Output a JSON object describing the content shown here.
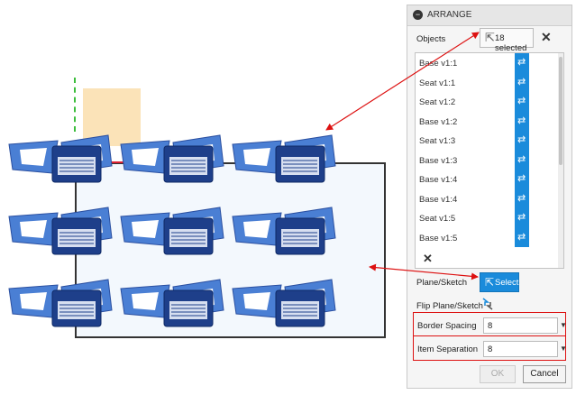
{
  "panel": {
    "title": "ARRANGE",
    "title_icon": "−",
    "objects_label": "Objects",
    "selected_text": "18 selected",
    "clear_symbol": "✕",
    "list_items": [
      {
        "label": "Base v1:1",
        "icon": "component-link-icon"
      },
      {
        "label": "Seat v1:1",
        "icon": "component-link-icon"
      },
      {
        "label": "Seat v1:2",
        "icon": "component-link-icon"
      },
      {
        "label": "Base v1:2",
        "icon": "component-link-icon"
      },
      {
        "label": "Seat v1:3",
        "icon": "component-link-icon"
      },
      {
        "label": "Base v1:3",
        "icon": "component-link-icon"
      },
      {
        "label": "Base v1:4",
        "icon": "component-link-icon"
      },
      {
        "label": "Base v1:4",
        "icon": "component-link-icon"
      },
      {
        "label": "Seat v1:5",
        "icon": "component-link-icon"
      },
      {
        "label": "Base v1:5",
        "icon": "component-link-icon"
      }
    ],
    "list_remove_symbol": "✕",
    "plane_label": "Plane/Sketch",
    "select_label": "Select",
    "flip_label": "Flip Plane/Sketch",
    "border_spacing_label": "Border Spacing",
    "border_spacing_value": "8",
    "item_separation_label": "Item Separation",
    "item_separation_value": "8",
    "dropdown_symbol": "▼",
    "ok_label": "OK",
    "cancel_label": "Cancel"
  },
  "colors": {
    "accent": "#1a8bdb",
    "highlight": "#d11111",
    "object_light": "#4a7fd4",
    "object_dark": "#1e3f8a",
    "plane_fill": "#f3f8fd"
  },
  "viewport": {
    "object_count": 9
  }
}
